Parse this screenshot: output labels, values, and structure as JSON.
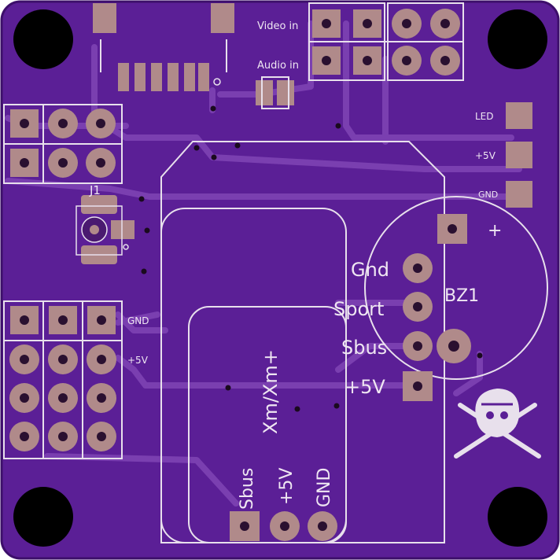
{
  "colors": {
    "board": "#5b1f96",
    "board_edge": "#3d0f6b",
    "trace": "#7a3fb0",
    "pad": "#b08a8a",
    "silkscreen": "#e8e0ec"
  },
  "labels": {
    "video_in": "Video in",
    "audio_in": "Audio in",
    "led": "LED",
    "plus5v_top": "+5V",
    "gnd_top": "GND",
    "j1": "J1",
    "gnd_left": "GND",
    "plus5v_left": "+5V",
    "bz1": "BZ1",
    "plus_sign": "+",
    "gnd_bz": "Gnd",
    "sport": "Sport",
    "sbus": "Sbus",
    "plus5v_bz": "+5V",
    "xm": "Xm/Xm+",
    "sbus_bottom": "Sbus",
    "plus5v_bottom": "+5V",
    "gnd_bottom": "GND"
  },
  "icons": {
    "logo": "jolly-roger-icon"
  }
}
